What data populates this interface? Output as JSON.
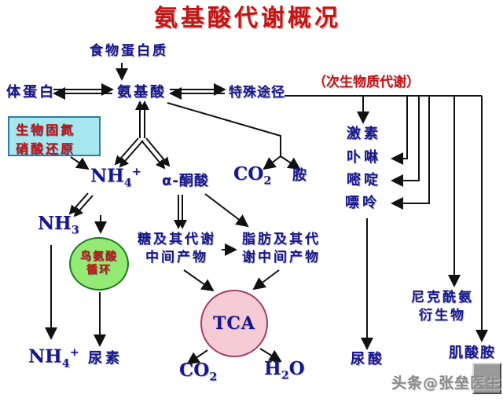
{
  "slide": {
    "title": "氨基酸代谢概况",
    "watermark": "头条@张垒医生"
  },
  "colors": {
    "background": "#FFFFFF",
    "text_primary_navy": "#16168F",
    "accent_red": "#C41414",
    "fixation_box_fill": "#A6E6EE",
    "fixation_box_border": "#2E7D9E",
    "ornithine_fill": "#93EB75",
    "ornithine_border": "#1E7A1E",
    "tca_fill": "#F5CBD6",
    "tca_border": "#A53A6B",
    "connector_black": "#111111",
    "watermark_gray": "#8A8A8A"
  },
  "nodes": {
    "food_protein": "食物蛋白质",
    "body_protein": "体蛋白",
    "amino_acid": "氨基酸",
    "special_pathway": "特殊途径",
    "secondary_note": "（次生物质代谢）",
    "fixation_line1": "生物固氮",
    "fixation_line2": "硝酸还原",
    "alpha_keto_acid": "α-酮酸",
    "amine": "胺",
    "hormone": "激素",
    "porphyrin": "卟啉",
    "pyrimidine": "嘧啶",
    "purine": "嘌呤",
    "ornithine_line1": "鸟氨酸",
    "ornithine_line2": "循环",
    "sugar_line1": "糖及其代谢",
    "sugar_line2": "中间产物",
    "fat_line1": "脂肪及其代",
    "fat_line2": "谢中间产物",
    "tca": "TCA",
    "urea": "尿素",
    "uric_acid": "尿酸",
    "nicotinamide_line1": "尼克酰氨",
    "nicotinamide_line2": "衍生物",
    "creatinamine": "肌酸胺"
  },
  "formulas": {
    "nh4_upper": {
      "prefix": "NH",
      "sub": "4",
      "sup": "+"
    },
    "nh3": {
      "prefix": "NH",
      "sub": "3"
    },
    "co2_mid": {
      "prefix": "CO",
      "sub": "2"
    },
    "nh4_lower": {
      "prefix": "NH",
      "sub": "4",
      "sup": "+"
    },
    "co2_bottom": {
      "prefix": "CO",
      "sub": "2"
    },
    "h2o": {
      "prefix": "H",
      "sub": "2",
      "suffix": "O"
    }
  }
}
